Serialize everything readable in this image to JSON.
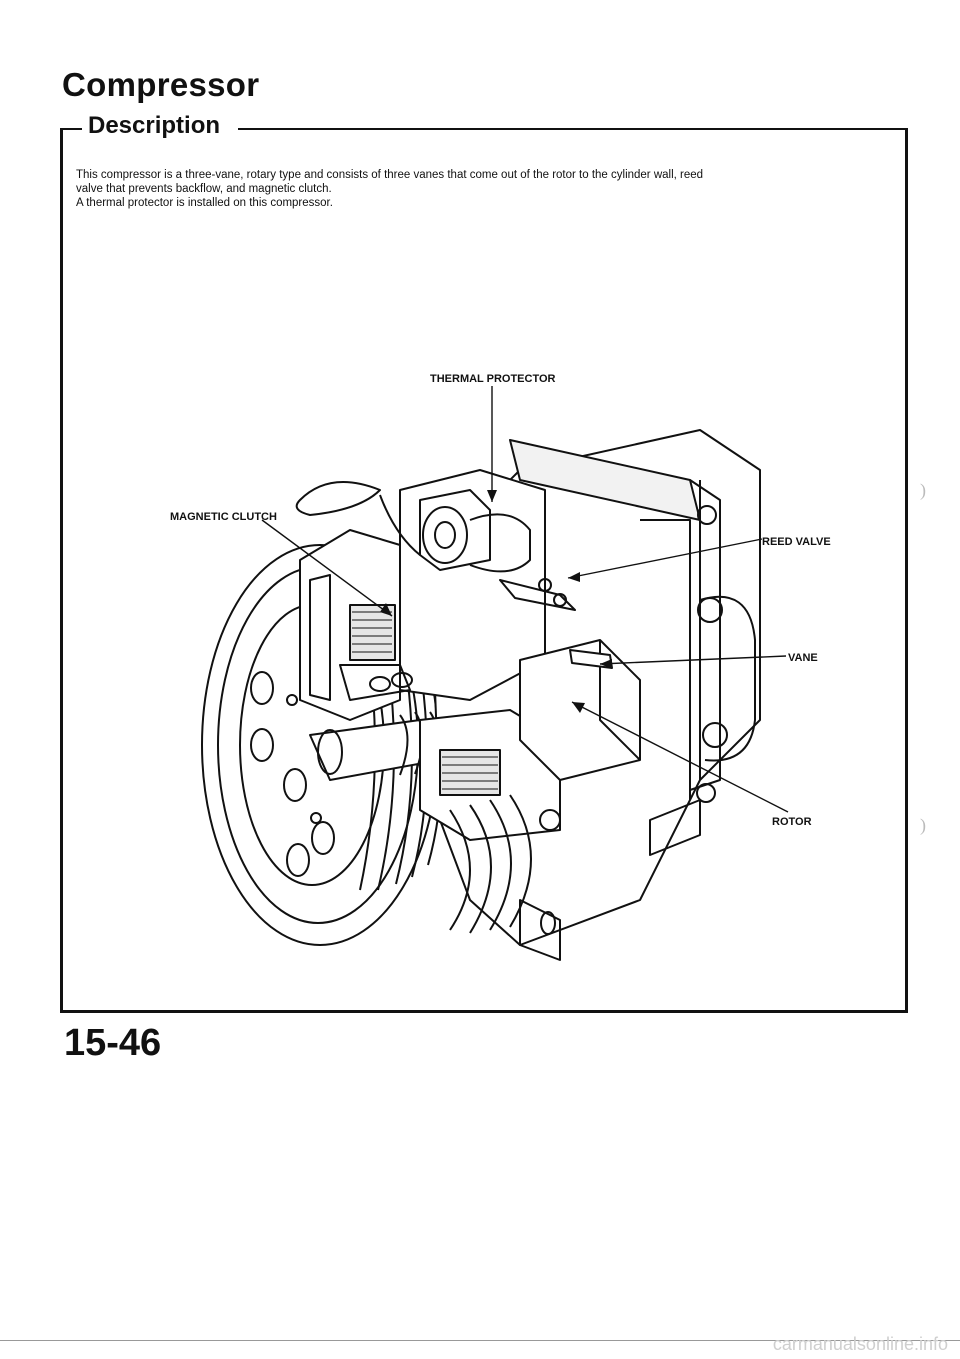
{
  "page": {
    "title": "Compressor",
    "section": "Description",
    "description_lines": [
      "This compressor is a three-vane, rotary type and consists of three vanes that come out of the rotor to the cylinder wall, reed",
      "valve that prevents backflow, and magnetic clutch.",
      "A thermal protector is installed on this compressor."
    ],
    "page_number": "15-46",
    "watermark": "carmanualsonline.info"
  },
  "labels": {
    "thermal_protector": "THERMAL PROTECTOR",
    "magnetic_clutch": "MAGNETIC CLUTCH",
    "reed_valve": "REED VALVE",
    "vane": "VANE",
    "rotor": "ROTOR"
  }
}
